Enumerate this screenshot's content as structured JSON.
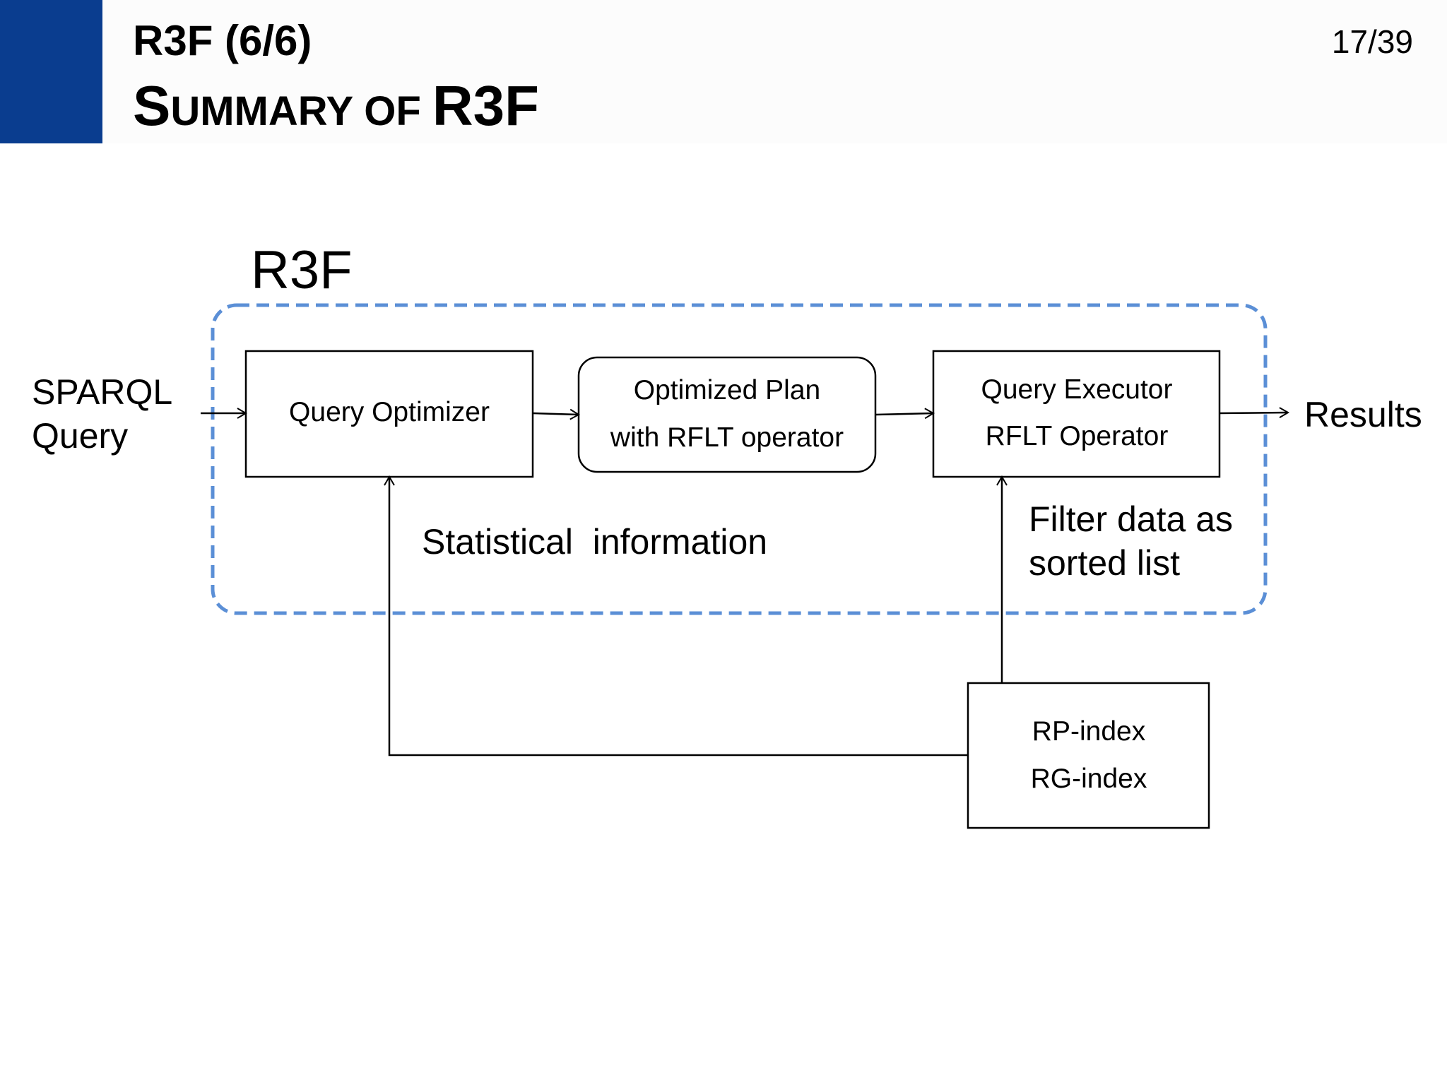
{
  "slide": {
    "title": "R3F (6/6)",
    "subtitle": {
      "parts": [
        {
          "text": "S",
          "style": "large"
        },
        {
          "text": "UMMARY OF ",
          "style": "small"
        },
        {
          "text": "R3F",
          "style": "large"
        }
      ]
    },
    "page_number": "17/39"
  },
  "diagram": {
    "group_label": "R3F",
    "input_label": {
      "line1": "SPARQL",
      "line2": "Query"
    },
    "output_label": "Results",
    "nodes": {
      "query_optimizer": {
        "label": "Query Optimizer"
      },
      "optimized_plan": {
        "line1": "Optimized Plan",
        "line2": "with RFLT operator"
      },
      "query_executor": {
        "line1": "Query Executor",
        "line2": "RFLT Operator"
      },
      "index": {
        "line1": "RP-index",
        "line2": "RG-index"
      }
    },
    "edge_labels": {
      "statistical": "Statistical  information",
      "filter": {
        "line1": "Filter data as",
        "line2": "sorted list"
      }
    },
    "colors": {
      "group_border": "#5b8fd6",
      "accent": "#0a3d8f"
    }
  }
}
